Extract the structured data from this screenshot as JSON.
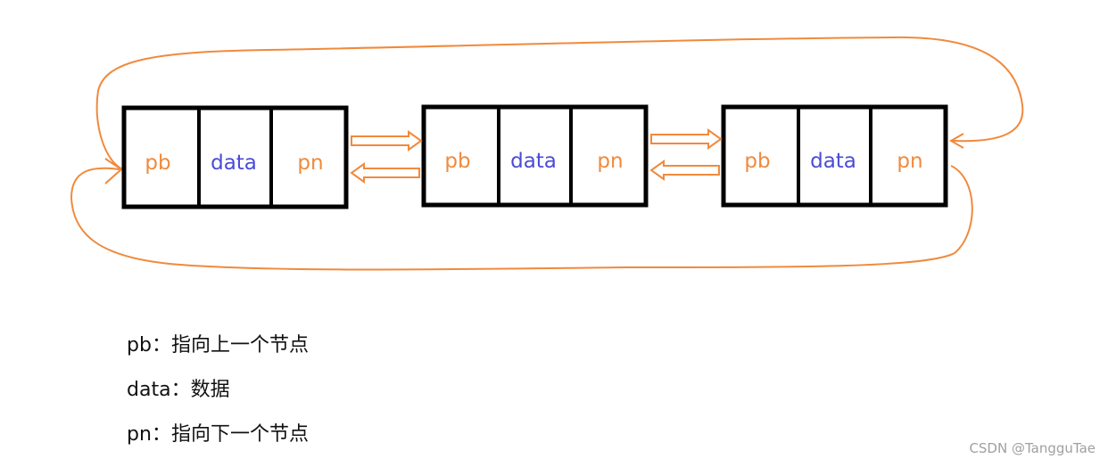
{
  "diagram": {
    "nodes": [
      {
        "cells": [
          "pb",
          "data",
          "pn"
        ]
      },
      {
        "cells": [
          "pb",
          "data",
          "pn"
        ]
      },
      {
        "cells": [
          "pb",
          "data",
          "pn"
        ]
      }
    ],
    "colors": {
      "pointer_text": "#f08a3c",
      "data_text": "#4b4bd8",
      "arrow": "#f08a3c",
      "border": "#000000"
    }
  },
  "legend": [
    {
      "key": "pb",
      "sep": "：",
      "desc": "指向上一个节点"
    },
    {
      "key": "data",
      "sep": "：",
      "desc": "数据"
    },
    {
      "key": "pn",
      "sep": "：",
      "desc": "指向下一个节点"
    }
  ],
  "watermark": "CSDN @TangguTae"
}
